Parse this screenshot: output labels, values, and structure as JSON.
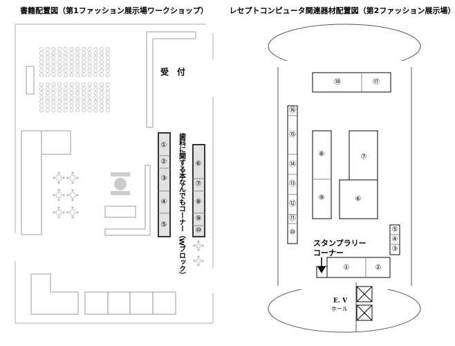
{
  "left_map": {
    "title": "書籍配置図（第1ファッション展示場ワークショップ）",
    "reception": "受　付",
    "corner_label": "歯科に関する本なんでもコーナー（Wブロック）",
    "booths": [
      "①",
      "②",
      "③",
      "④",
      "⑤",
      "⑥",
      "⑦",
      "⑧",
      "⑨",
      "⑩"
    ]
  },
  "right_map": {
    "title": "レセプトコンピュータ関連器材配置図（第2ファッション展示場）",
    "stamp_rally_line1": "スタンプラリー",
    "stamp_rally_line2": "コーナー",
    "ev_line1": "E. V",
    "ev_line2": "ホール",
    "booths": [
      "①",
      "②",
      "③",
      "④",
      "⑤",
      "⑥",
      "⑦",
      "⑧",
      "⑨",
      "⑩",
      "⑪",
      "⑫",
      "⑬",
      "⑭",
      "⑮",
      "⑯",
      "⑰",
      "⑱"
    ]
  }
}
